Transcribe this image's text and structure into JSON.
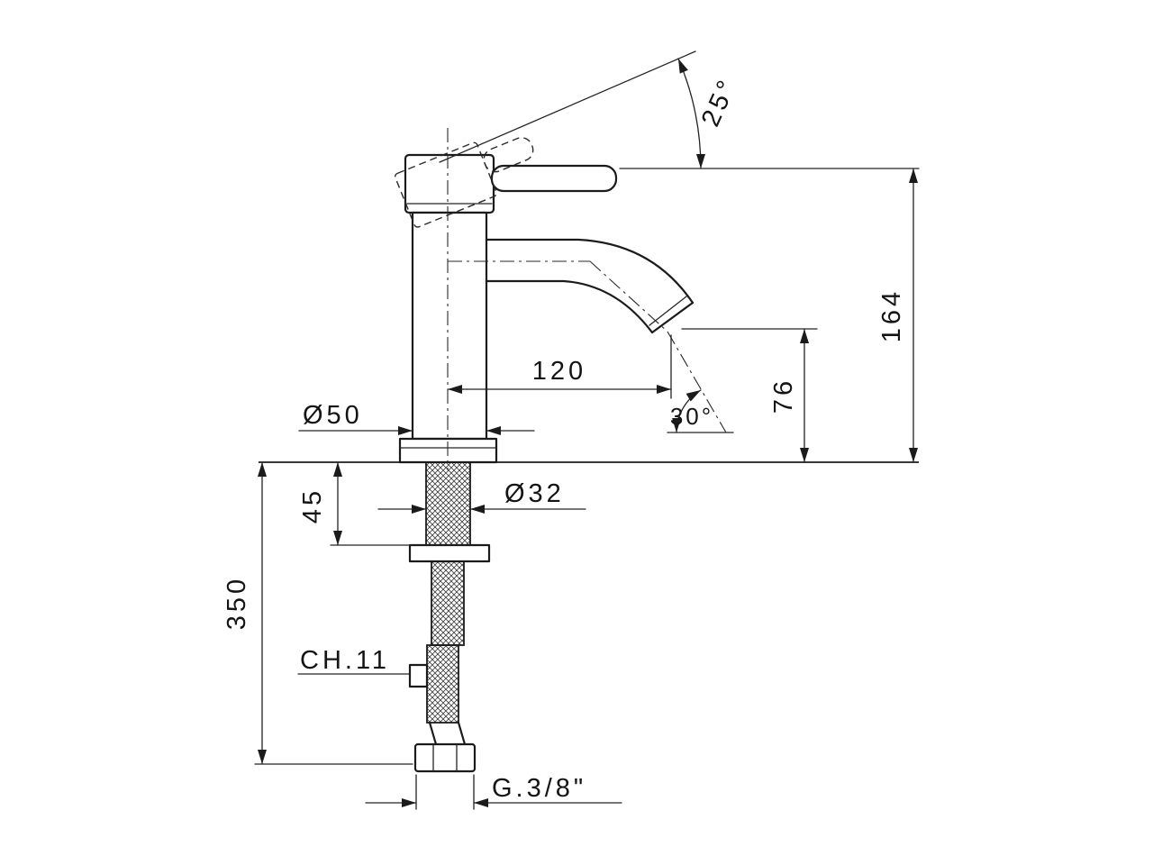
{
  "page": {
    "background": "#ffffff",
    "ink_color": "#1b1b1b",
    "drawing_type": "single-lever basin mixer technical drawing"
  },
  "labels": {
    "handle_angle": "25°",
    "overall_height": "164",
    "spout_reach": "120",
    "spout_height": "76",
    "spout_angle": "30°",
    "body_diameter": "Ø50",
    "shank_diameter": "Ø32",
    "shank_length": "45",
    "hose_length": "350",
    "wrench_size": "CH.11",
    "thread_size": "G.3/8\""
  }
}
